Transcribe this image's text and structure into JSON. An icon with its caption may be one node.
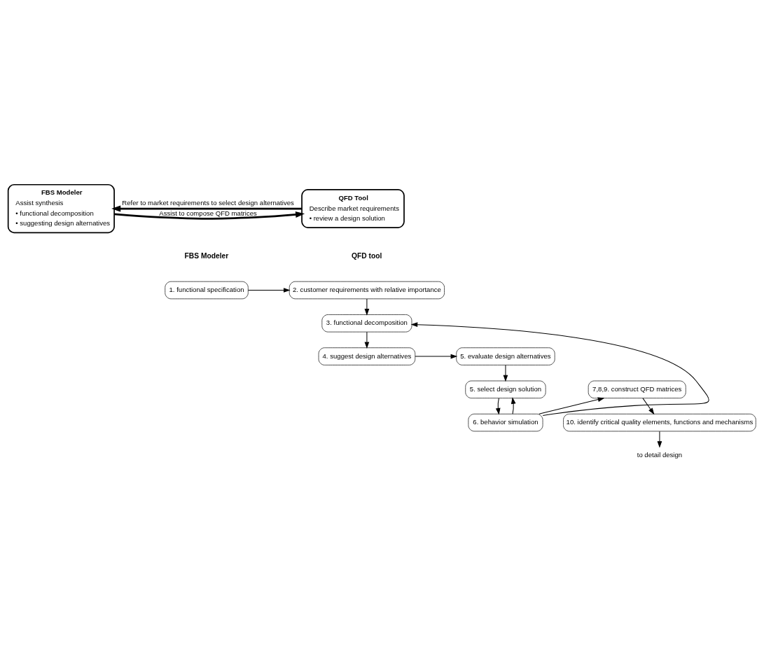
{
  "diagram": {
    "nodes": [
      {
        "text": [
          "FBS Modeler",
          "Assist synthesis",
          "• functional decomposition",
          "• suggesting design alternatives"
        ]
      },
      {
        "text": [
          "QFD Tool",
          "Describe market requirements",
          "• review a design solution"
        ]
      },
      {
        "text": [
          "1. functional specification"
        ]
      },
      {
        "text": [
          "2. customer requirements with relative importance"
        ]
      },
      {
        "text": [
          "3. functional decomposition"
        ]
      },
      {
        "text": [
          "4. suggest design alternatives"
        ]
      },
      {
        "text": [
          "5. evaluate design alternatives"
        ]
      },
      {
        "text": [
          "5. select design solution"
        ]
      },
      {
        "text": [
          "7,8,9. construct QFD matrices"
        ]
      },
      {
        "text": [
          "6. behavior simulation"
        ]
      },
      {
        "text": [
          "10. identify critical quality elements, functions and mechanisms"
        ]
      },
      {
        "text": [
          "to detail design"
        ]
      }
    ],
    "edges": [
      {
        "from": 0,
        "to": 1,
        "arrow": "to",
        "label": "Assist to compose QFD matrices",
        "style": "thick"
      },
      {
        "from": 1,
        "to": 0,
        "arrow": "to",
        "label": "Refer to market requirements to select design alternatives",
        "style": "thick"
      },
      {
        "from": 2,
        "to": 3,
        "arrow": "to"
      },
      {
        "from": 3,
        "to": 4,
        "arrow": "to"
      },
      {
        "from": 4,
        "to": 5,
        "arrow": "to"
      },
      {
        "from": 5,
        "to": 6,
        "arrow": "to"
      },
      {
        "from": 6,
        "to": 7,
        "arrow": "to"
      },
      {
        "from": 7,
        "to": 9,
        "arrow": "to"
      },
      {
        "from": 9,
        "to": 7,
        "arrow": "to"
      },
      {
        "from": 9,
        "to": 4,
        "arrow": "to"
      },
      {
        "from": 9,
        "to": 8,
        "arrow": "to"
      },
      {
        "from": 8,
        "to": 10,
        "arrow": "to"
      },
      {
        "from": 10,
        "to": 11,
        "arrow": "to"
      }
    ],
    "labels": [
      "FBS Modeler",
      "QFD tool"
    ]
  }
}
